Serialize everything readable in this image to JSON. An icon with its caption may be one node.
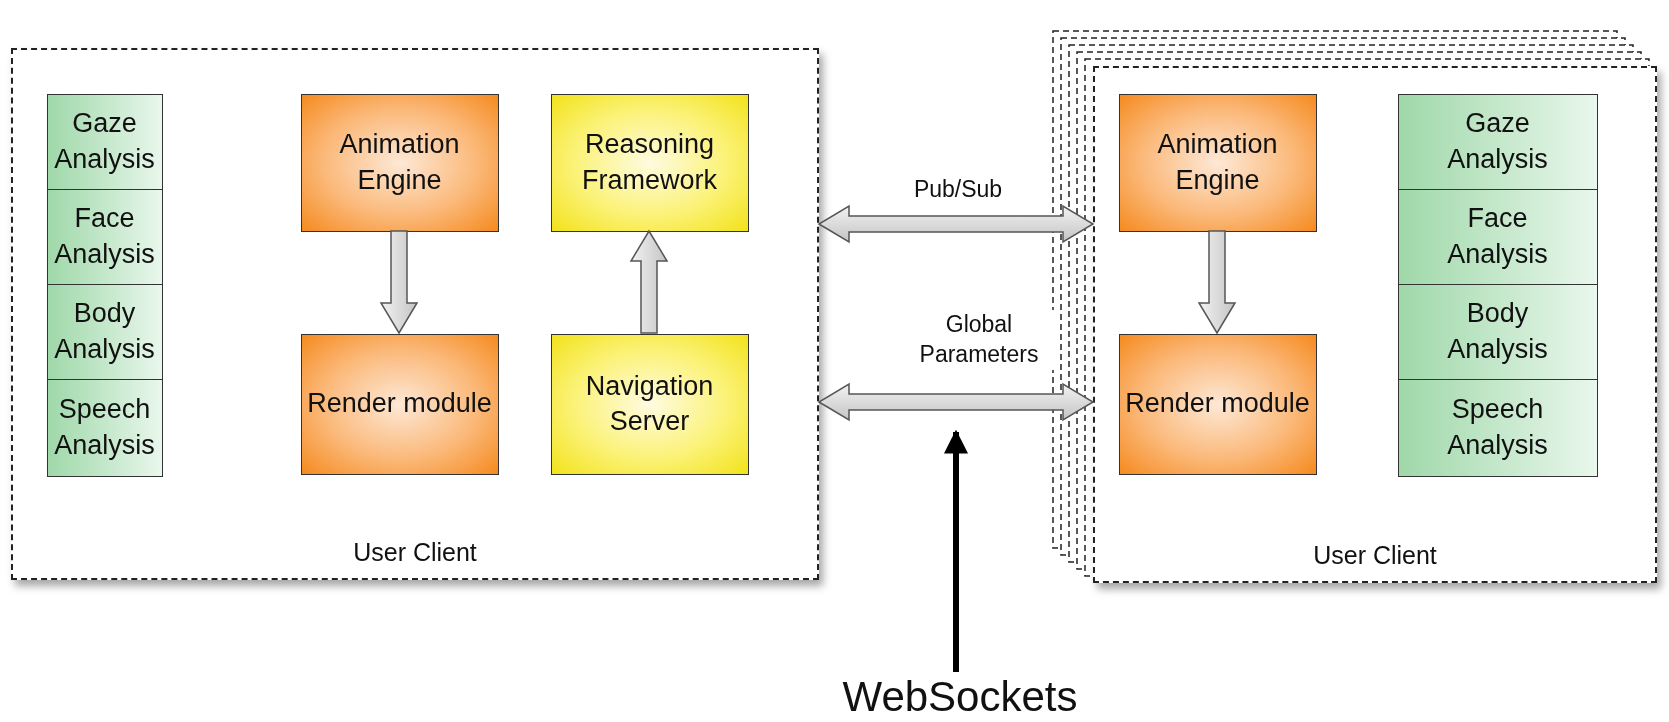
{
  "diagram": {
    "nodes": [
      {
        "text": [
          "User Client"
        ]
      },
      {
        "text": [
          "Gaze Analysis"
        ],
        "in": 0
      },
      {
        "text": [
          "Face Analysis"
        ],
        "in": 0
      },
      {
        "text": [
          "Body Analysis"
        ],
        "in": 0
      },
      {
        "text": [
          "Speech Analysis"
        ],
        "in": 0
      },
      {
        "text": [
          "Animation Engine"
        ],
        "in": 0
      },
      {
        "text": [
          "Render module"
        ],
        "in": 0
      },
      {
        "text": [
          "Reasoning Framework"
        ],
        "in": 0
      },
      {
        "text": [
          "Navigation Server"
        ],
        "in": 0
      },
      {
        "text": [
          "User Client"
        ]
      },
      {
        "text": [
          "Animation Engine"
        ],
        "in": 9
      },
      {
        "text": [
          "Render module"
        ],
        "in": 9
      },
      {
        "text": [
          "Gaze Analysis"
        ],
        "in": 9
      },
      {
        "text": [
          "Face Analysis"
        ],
        "in": 9
      },
      {
        "text": [
          "Body Analysis"
        ],
        "in": 9
      },
      {
        "text": [
          "Speech Analysis"
        ],
        "in": 9
      },
      {
        "text": [
          "WebSockets"
        ]
      }
    ],
    "edges": [
      {
        "from": 5,
        "to": 6,
        "arrow": "to"
      },
      {
        "from": 8,
        "to": 7,
        "arrow": "to"
      },
      {
        "from": 0,
        "to": 9,
        "arrow": "both",
        "label": "Pub/Sub"
      },
      {
        "from": 0,
        "to": 9,
        "arrow": "both",
        "label": "Global Parameters"
      },
      {
        "from": 10,
        "to": 11,
        "arrow": "to"
      },
      {
        "from": 16,
        "to": null,
        "arrow": "to",
        "color": "#000000"
      }
    ]
  }
}
